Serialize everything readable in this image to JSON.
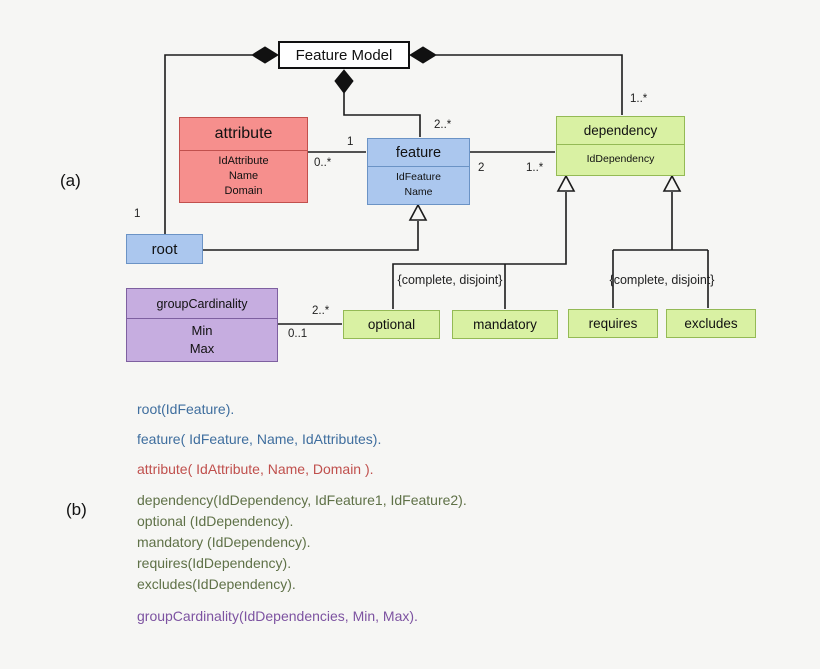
{
  "labels": {
    "a": "(a)",
    "b": "(b)"
  },
  "colors": {
    "blue_fill": "#abc7ee",
    "blue_border": "#6b93c5",
    "red_fill": "#f68f8d",
    "red_border": "#c1504d",
    "green_fill": "#d9f1a3",
    "green_border": "#94ba55",
    "purple_fill": "#c6ade0",
    "purple_border": "#7e60a0",
    "line_color": "#1c1c1c"
  },
  "diagram": {
    "feature_model": {
      "title": "Feature Model"
    },
    "attribute": {
      "title": "attribute",
      "attrs": [
        "IdAttribute",
        "Name",
        "Domain"
      ]
    },
    "feature": {
      "title": "feature",
      "attrs": [
        "IdFeature",
        "Name"
      ]
    },
    "root": {
      "title": "root"
    },
    "dependency": {
      "title": "dependency",
      "attrs": [
        "IdDependency"
      ]
    },
    "group_cardinality": {
      "title": "groupCardinality",
      "attrs": [
        "Min",
        "Max"
      ]
    },
    "optional": {
      "title": "optional"
    },
    "mandatory": {
      "title": "mandatory"
    },
    "requires": {
      "title": "requires"
    },
    "excludes": {
      "title": "excludes"
    },
    "multiplicities": {
      "fm_root": "1",
      "fm_feature": "2..*",
      "fm_dependency": "1..*",
      "attribute_side": "0..*",
      "feature_side": "1",
      "feature_dep_feature": "2",
      "feature_dep_dependency": "1..*",
      "gc_optional": "2..*",
      "gc_side": "0..1"
    },
    "constraints": {
      "left": "{complete, disjoint}",
      "right": "{complete, disjoint}"
    }
  },
  "schema": {
    "lines": [
      {
        "text": "root(IdFeature).",
        "color": "#3f6e9e"
      },
      {
        "text": "feature( IdFeature, Name, IdAttributes).",
        "color": "#3f6e9e"
      },
      {
        "text": "attribute( IdAttribute, Name, Domain ).",
        "color": "#c0504d"
      },
      {
        "text": "dependency(IdDependency, IdFeature1, IdFeature2).",
        "color": "#5f7147"
      },
      {
        "text": "optional (IdDependency).",
        "color": "#5f7147"
      },
      {
        "text": "mandatory (IdDependency).",
        "color": "#5f7147"
      },
      {
        "text": "requires(IdDependency).",
        "color": "#5f7147"
      },
      {
        "text": "excludes(IdDependency).",
        "color": "#5f7147"
      },
      {
        "text": "groupCardinality(IdDependencies, Min, Max).",
        "color": "#7d53a1"
      }
    ]
  }
}
